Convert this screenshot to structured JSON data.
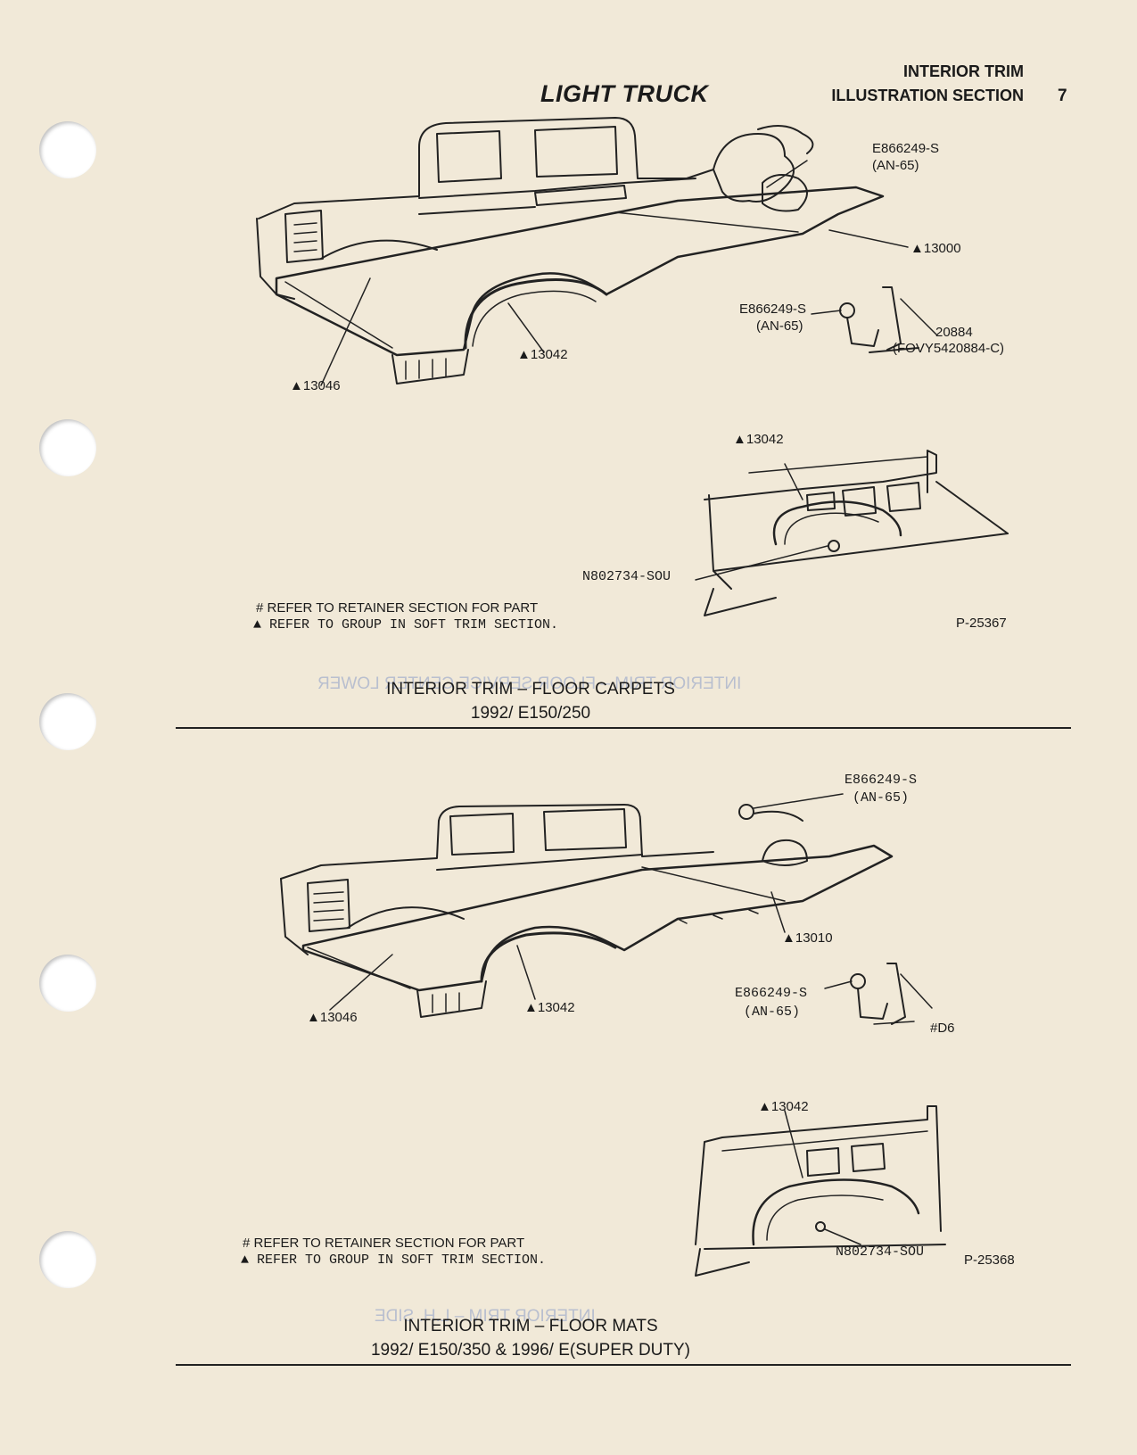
{
  "header": {
    "brand": "LIGHT TRUCK",
    "section_line1": "INTERIOR TRIM",
    "section_line2": "ILLUSTRATION SECTION",
    "page_number": "7"
  },
  "top": {
    "callouts": [
      "E866249-S",
      "(AN-65)",
      "▲13000",
      "E866249-S",
      "(AN-65)",
      "20884",
      "(FOVY5420884-C)",
      "▲13042",
      "▲13046",
      "▲13042",
      "N802734-SOU"
    ],
    "note_retainer": "# REFER TO RETAINER SECTION FOR PART",
    "note_soft_trim": "▲ REFER TO GROUP IN SOFT TRIM SECTION.",
    "figure_number": "P-25367",
    "caption_title": "INTERIOR TRIM – FLOOR CARPETS",
    "caption_subtitle": "1992/ E150/250"
  },
  "bottom": {
    "callouts": [
      "E866249-S",
      "(AN-65)",
      "▲13010",
      "E866249-S",
      "(AN-65)",
      "▲13046",
      "▲13042",
      "#D6",
      "▲13042",
      "N802734-SOU"
    ],
    "note_retainer": "# REFER TO RETAINER SECTION FOR PART",
    "note_soft_trim": "▲ REFER TO GROUP IN SOFT TRIM SECTION.",
    "figure_number": "P-25368",
    "caption_title": "INTERIOR TRIM – FLOOR MATS",
    "caption_subtitle": "1992/ E150/350 & 1996/ E(SUPER DUTY)"
  }
}
